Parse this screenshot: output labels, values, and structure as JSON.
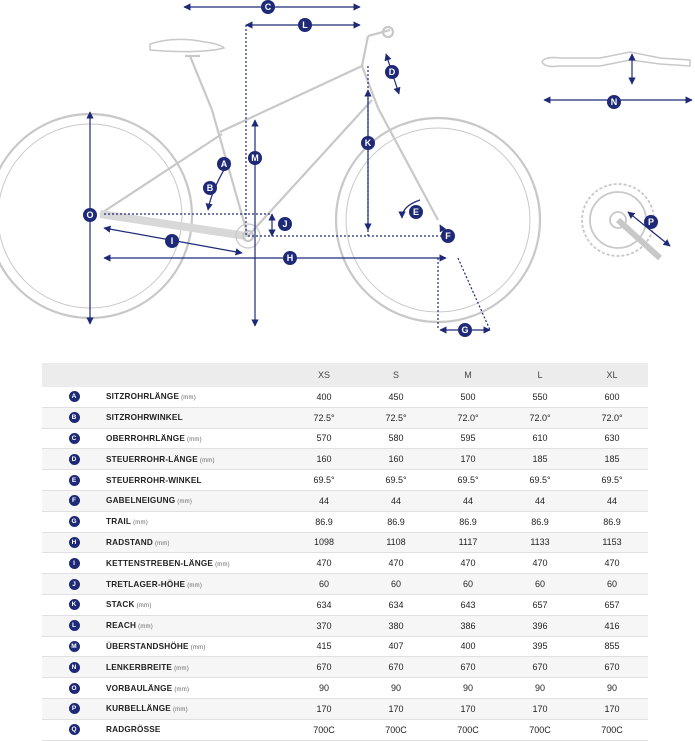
{
  "diagram": {
    "dimension_labels": [
      "A",
      "B",
      "C",
      "D",
      "E",
      "F",
      "G",
      "H",
      "I",
      "J",
      "K",
      "L",
      "M",
      "N",
      "O",
      "P"
    ]
  },
  "table": {
    "sizes": [
      "XS",
      "S",
      "M",
      "L",
      "XL"
    ],
    "rows": [
      {
        "letter": "A",
        "name": "SITZROHRLÄNGE",
        "unit": "(mm)",
        "values": [
          "400",
          "450",
          "500",
          "550",
          "600"
        ]
      },
      {
        "letter": "B",
        "name": "SITZROHRWINKEL",
        "unit": "",
        "values": [
          "72.5°",
          "72.5°",
          "72.0°",
          "72.0°",
          "72.0°"
        ]
      },
      {
        "letter": "C",
        "name": "OBERROHRLÄNGE",
        "unit": "(mm)",
        "values": [
          "570",
          "580",
          "595",
          "610",
          "630"
        ]
      },
      {
        "letter": "D",
        "name": "STEUERROHR-LÄNGE",
        "unit": "(mm)",
        "values": [
          "160",
          "160",
          "170",
          "185",
          "185"
        ]
      },
      {
        "letter": "E",
        "name": "STEUERROHR-WINKEL",
        "unit": "",
        "values": [
          "69.5°",
          "69.5°",
          "69.5°",
          "69.5°",
          "69.5°"
        ]
      },
      {
        "letter": "F",
        "name": "GABELNEIGUNG",
        "unit": "(mm)",
        "values": [
          "44",
          "44",
          "44",
          "44",
          "44"
        ]
      },
      {
        "letter": "G",
        "name": "TRAIL",
        "unit": "(mm)",
        "values": [
          "86.9",
          "86.9",
          "86.9",
          "86.9",
          "86.9"
        ]
      },
      {
        "letter": "H",
        "name": "RADSTAND",
        "unit": "(mm)",
        "values": [
          "1098",
          "1108",
          "1117",
          "1133",
          "1153"
        ]
      },
      {
        "letter": "I",
        "name": "KETTENSTREBEN-LÄNGE",
        "unit": "(mm)",
        "values": [
          "470",
          "470",
          "470",
          "470",
          "470"
        ]
      },
      {
        "letter": "J",
        "name": "TRETLAGER-HÖHE",
        "unit": "(mm)",
        "values": [
          "60",
          "60",
          "60",
          "60",
          "60"
        ]
      },
      {
        "letter": "K",
        "name": "STACK",
        "unit": "(mm)",
        "values": [
          "634",
          "634",
          "643",
          "657",
          "657"
        ]
      },
      {
        "letter": "L",
        "name": "REACH",
        "unit": "(mm)",
        "values": [
          "370",
          "380",
          "386",
          "396",
          "416"
        ]
      },
      {
        "letter": "M",
        "name": "ÜBERSTANDSHÖHE",
        "unit": "(mm)",
        "values": [
          "415",
          "407",
          "400",
          "395",
          "855"
        ]
      },
      {
        "letter": "N",
        "name": "LENKERBREITE",
        "unit": "(mm)",
        "values": [
          "670",
          "670",
          "670",
          "670",
          "670"
        ]
      },
      {
        "letter": "O",
        "name": "VORBAULÄNGE",
        "unit": "(mm)",
        "values": [
          "90",
          "90",
          "90",
          "90",
          "90"
        ]
      },
      {
        "letter": "P",
        "name": "KURBELLÄNGE",
        "unit": "(mm)",
        "values": [
          "170",
          "170",
          "170",
          "170",
          "170"
        ]
      },
      {
        "letter": "Q",
        "name": "RADGRÖSSE",
        "unit": "",
        "values": [
          "700C",
          "700C",
          "700C",
          "700C",
          "700C"
        ]
      }
    ]
  },
  "colors": {
    "accent": "#1e2a78",
    "frame": "#c8c8c8",
    "header_bg": "#ececec"
  }
}
